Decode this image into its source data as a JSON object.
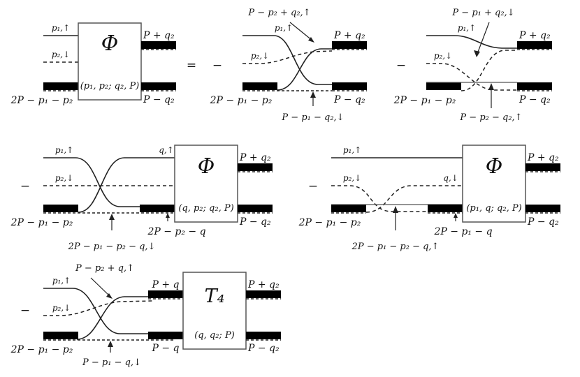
{
  "figure": {
    "title": "Diagrammatic equation for the four-point vertex Phi",
    "operators": {
      "equals": "=",
      "minus": "−"
    },
    "colors": {
      "ink": "#111111",
      "bar": "#000000",
      "line": "#222222",
      "paper": "#ffffff"
    }
  },
  "common_labels": {
    "p1_up": "p₁,↑",
    "p2_down": "p₂,↓",
    "in_bottom": "2P − p₁ − p₂",
    "out_top": "P + q₂",
    "out_bottom": "P − q₂"
  },
  "diagrams": [
    {
      "id": "lhs-phi",
      "row": 1,
      "box": {
        "symbol": "Φ",
        "args": "(p₁, p₂; q₂, P)"
      },
      "leg_labels": {
        "top_in": "p₁,↑",
        "mid_in": "p₂,↓",
        "bottom_in": "2P − p₁ − p₂",
        "top_out": "P + q₂",
        "bottom_out": "P − q₂"
      },
      "annotations": []
    },
    {
      "id": "term-1",
      "row": 1,
      "prefix_operator": "=",
      "sign": "−",
      "box": null,
      "leg_labels": {
        "top_in": "p₁,↑",
        "mid_in": "p₂,↓",
        "bottom_in": "2P − p₁ − p₂",
        "top_out": "P + q₂",
        "bottom_out": "P − q₂"
      },
      "annotations": [
        {
          "text": "P − p₂ + q₂,↑",
          "pointer": "arrow-down-right"
        },
        {
          "text": "P − p₁ − q₂,↓",
          "pointer": "arrow-up"
        }
      ]
    },
    {
      "id": "term-2",
      "row": 1,
      "sign": "−",
      "box": null,
      "leg_labels": {
        "top_in": "p₁,↑",
        "mid_in": "p₂,↓",
        "bottom_in": "2P − p₁ − p₂",
        "top_out": "P + q₂",
        "bottom_out": "P − q₂"
      },
      "annotations": [
        {
          "text": "P − p₁ + q₂,↓",
          "pointer": "arrow-down"
        },
        {
          "text": "P − p₂ − q₂,↑",
          "pointer": "arrow-up"
        }
      ]
    },
    {
      "id": "term-3",
      "row": 2,
      "sign": "−",
      "box": {
        "symbol": "Φ",
        "args": "(q, p₂; q₂, P)"
      },
      "leg_labels": {
        "top_in": "p₁,↑",
        "mid_in": "p₂,↓",
        "bottom_in": "2P − p₁ − p₂",
        "box_top_in": "q,↑",
        "box_bottom_in": "2P − p₂ − q",
        "top_out": "P + q₂",
        "bottom_out": "P − q₂"
      },
      "annotations": [
        {
          "text": "2P − p₁ − p₂ − q,↓",
          "pointer": "arrow-up"
        }
      ]
    },
    {
      "id": "term-4",
      "row": 2,
      "sign": "−",
      "box": {
        "symbol": "Φ",
        "args": "(p₁, q; q₂, P)"
      },
      "leg_labels": {
        "top_in": "p₁,↑",
        "mid_in": "p₂,↓",
        "bottom_in": "2P − p₁ − p₂",
        "box_top_in": "q,↓",
        "box_bottom_in": "2P − p₁ − q",
        "top_out": "P + q₂",
        "bottom_out": "P − q₂"
      },
      "annotations": [
        {
          "text": "2P − p₁ − p₂ − q,↑",
          "pointer": "arrow-up"
        }
      ]
    },
    {
      "id": "term-5",
      "row": 3,
      "sign": "−",
      "box": {
        "symbol": "T₄",
        "args": "(q, q₂; P)"
      },
      "leg_labels": {
        "top_in": "p₁,↑",
        "mid_in": "p₂,↓",
        "bottom_in": "2P − p₁ − p₂",
        "box_top_in": "P + q",
        "box_bottom_in": "P − q",
        "top_out": "P + q₂",
        "bottom_out": "P − q₂"
      },
      "annotations": [
        {
          "text": "P − p₂ + q,↑",
          "pointer": "arrow-down-right"
        },
        {
          "text": "P − p₁ − q,↓",
          "pointer": "arrow-up"
        }
      ]
    }
  ]
}
